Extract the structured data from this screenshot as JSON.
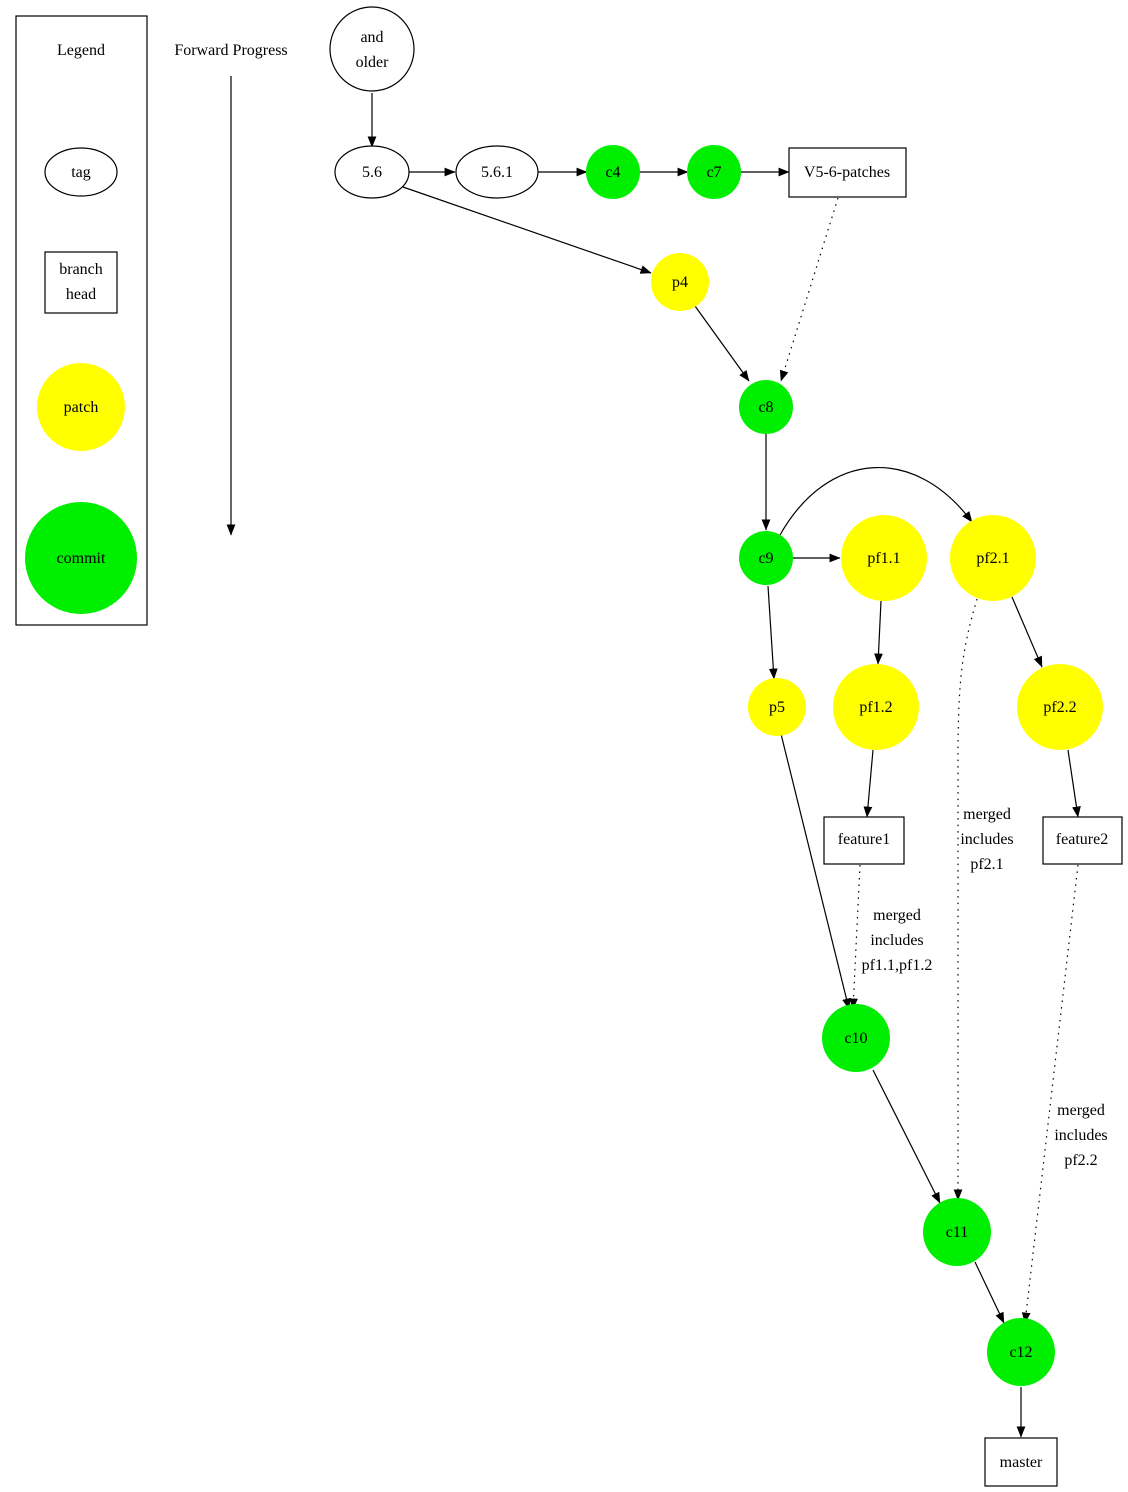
{
  "legend": {
    "title": "Legend",
    "items": {
      "tag": "tag",
      "branch_head": [
        "branch",
        "head"
      ],
      "patch": "patch",
      "commit": "commit"
    }
  },
  "forward_progress": "Forward Progress",
  "colors": {
    "commit": "#00ee00",
    "patch": "#ffff00",
    "outline": "#000000",
    "background": "#ffffff"
  },
  "nodes": {
    "older": [
      "and",
      "older"
    ],
    "tag_5_6": "5.6",
    "tag_5_6_1": "5.6.1",
    "c4": "c4",
    "c7": "c7",
    "v5_6_patches": "V5-6-patches",
    "p4": "p4",
    "c8": "c8",
    "c9": "c9",
    "pf1_1": "pf1.1",
    "pf2_1": "pf2.1",
    "p5": "p5",
    "pf1_2": "pf1.2",
    "pf2_2": "pf2.2",
    "feature1": "feature1",
    "feature2": "feature2",
    "c10": "c10",
    "c11": "c11",
    "c12": "c12",
    "master": "master"
  },
  "edge_labels": {
    "feature1_to_c10": [
      "merged",
      "includes",
      "pf1.1,pf1.2"
    ],
    "pf2_1_to_c11": [
      "merged",
      "includes",
      "pf2.1"
    ],
    "feature2_to_c12": [
      "merged",
      "includes",
      "pf2.2"
    ]
  }
}
